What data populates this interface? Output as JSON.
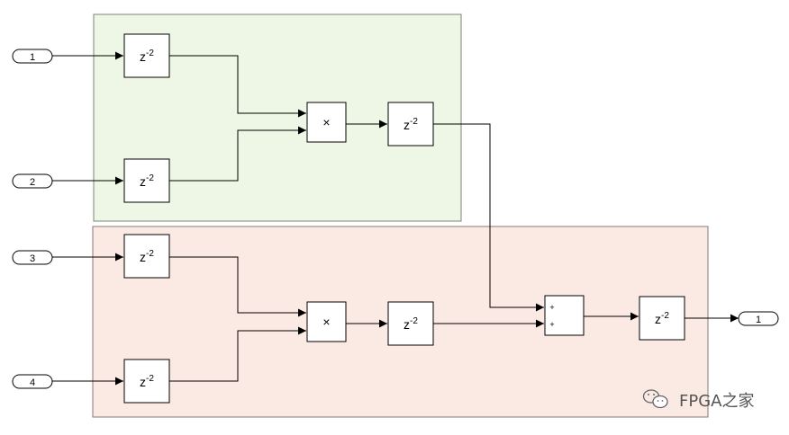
{
  "diagram": {
    "colors": {
      "upper_group_fill": "#eef7e6",
      "upper_group_stroke": "#7a8a70",
      "lower_group_fill": "#fbeae4",
      "lower_group_stroke": "#8a7a74"
    },
    "inports": [
      "1",
      "2",
      "3",
      "4"
    ],
    "outport": "1",
    "delay": {
      "base": "z",
      "exponent": "-2"
    },
    "product_symbol": "×",
    "sum_signs": [
      "+",
      "+"
    ],
    "watermark": {
      "icon": "wechat-icon",
      "text": "FPGA之家"
    }
  }
}
